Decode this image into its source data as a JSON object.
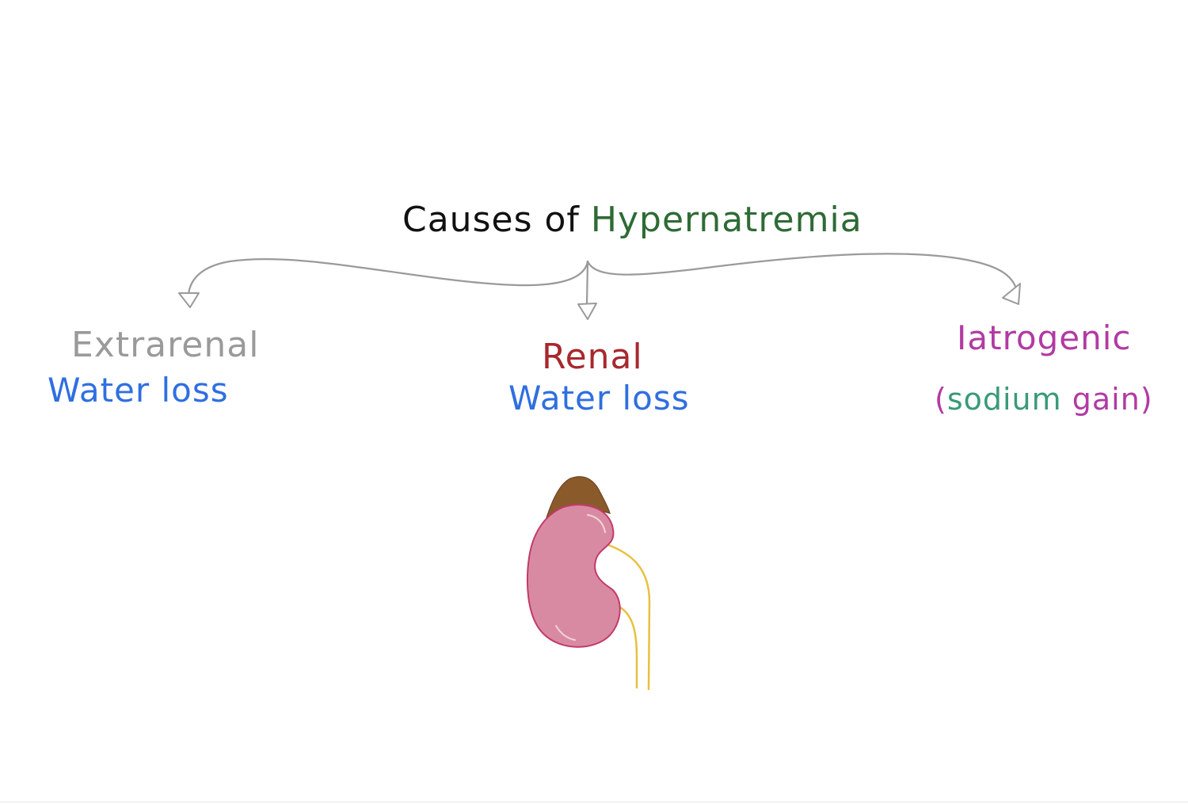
{
  "title": {
    "part1": "Causes of",
    "part2": "Hypernatremia"
  },
  "branches": {
    "extrarenal": {
      "line1": "Extrarenal",
      "line2": "Water loss"
    },
    "renal": {
      "line1": "Renal",
      "line2": "Water loss"
    },
    "iatrogenic": {
      "line1": "Iatrogenic",
      "paren_open": "(",
      "line2_part1": "sodium",
      "line2_part2": "gain",
      "paren_close": ")"
    }
  },
  "colors": {
    "title_dark": "#111111",
    "title_green": "#2e6b35",
    "extrarenal_gray": "#9a9a9a",
    "water_loss_blue": "#2f6fe0",
    "renal_red": "#a8282d",
    "iatrogenic_magenta": "#b23aa3",
    "sodium_teal": "#3a9a7a",
    "arrow_gray": "#9a9a9a",
    "kidney_pink": "#d98aa3",
    "kidney_outline": "#c23a6a",
    "adrenal_brown": "#8b5a2b",
    "ureter_yellow": "#e8c040"
  },
  "icons": {
    "kidney": "kidney-icon",
    "adrenal": "adrenal-gland-icon",
    "ureter": "ureter-icon"
  }
}
